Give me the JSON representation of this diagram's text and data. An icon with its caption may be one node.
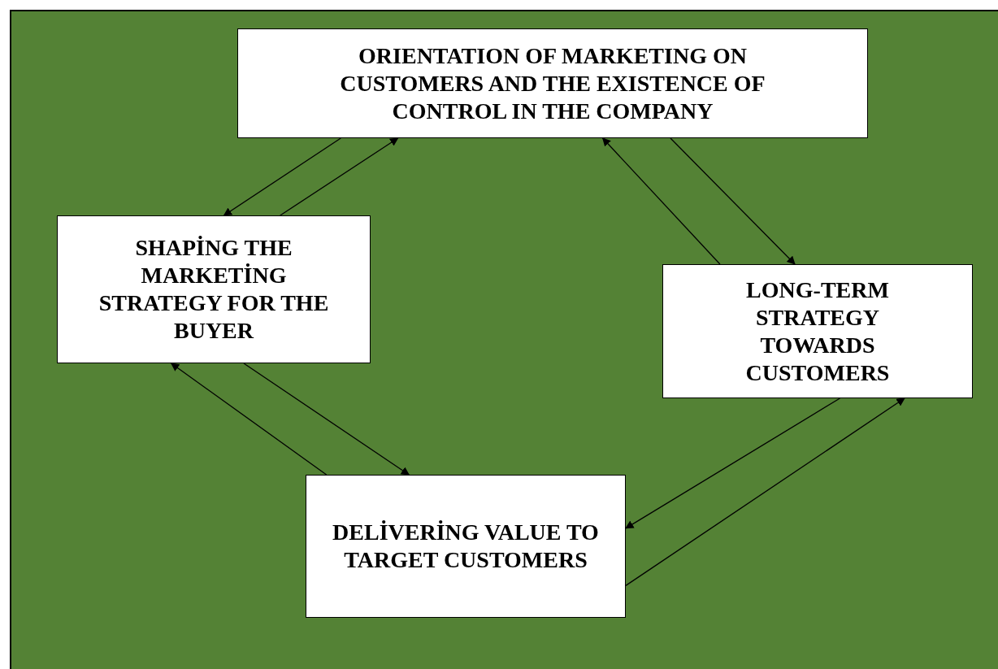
{
  "diagram": {
    "nodes": [
      {
        "text": [
          "ORIENTATION OF MARKETING ON CUSTOMERS AND THE EXISTENCE OF CONTROL IN THE COMPANY"
        ]
      },
      {
        "text": [
          "SHAPİNG THE MARKETİNG STRATEGY FOR THE BUYER"
        ]
      },
      {
        "text": [
          "LONG-TERM STRATEGY TOWARDS CUSTOMERS"
        ]
      },
      {
        "text": [
          "DELİVERİNG VALUE TO TARGET CUSTOMERS"
        ]
      }
    ],
    "edges": [
      {
        "from": 0,
        "to": 1,
        "arrow": "to"
      },
      {
        "from": 1,
        "to": 0,
        "arrow": "to"
      },
      {
        "from": 0,
        "to": 2,
        "arrow": "to"
      },
      {
        "from": 2,
        "to": 0,
        "arrow": "to"
      },
      {
        "from": 1,
        "to": 3,
        "arrow": "to"
      },
      {
        "from": 3,
        "to": 1,
        "arrow": "to"
      },
      {
        "from": 2,
        "to": 3,
        "arrow": "to"
      },
      {
        "from": 3,
        "to": 2,
        "arrow": "to"
      }
    ]
  }
}
